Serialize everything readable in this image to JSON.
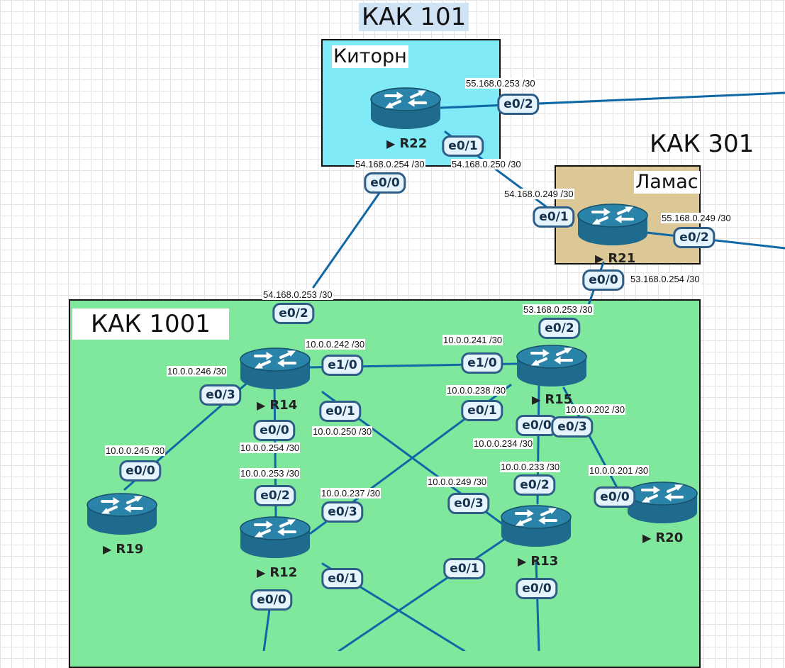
{
  "zones": {
    "kak101": {
      "label": "КАК 101",
      "site": "Киторн",
      "color": "#80eaf7"
    },
    "kak301": {
      "label": "КАК 301",
      "site": "Ламас",
      "color": "#dcc797"
    },
    "kak1001": {
      "label": "КАК 1001",
      "color": "#80e89d"
    }
  },
  "routers": {
    "r22": "R22",
    "r21": "R21",
    "r14": "R14",
    "r15": "R15",
    "r19": "R19",
    "r12": "R12",
    "r13": "R13",
    "r20": "R20"
  },
  "ports": {
    "r22_e02": "e0/2",
    "r22_e01": "e0/1",
    "r22_e00": "e0/0",
    "r21_e01": "e0/1",
    "r21_e02": "e0/2",
    "r21_e00": "e0/0",
    "r14_e02": "e0/2",
    "r14_e10": "e1/0",
    "r14_e03": "e0/3",
    "r14_e01": "e0/1",
    "r14_e00": "e0/0",
    "r15_e02": "e0/2",
    "r15_e10": "e1/0",
    "r15_e01": "e0/1",
    "r15_e00": "e0/0",
    "r15_e03": "e0/3",
    "r19_e00": "e0/0",
    "r12_e02": "e0/2",
    "r12_e03": "e0/3",
    "r12_e01": "e0/1",
    "r12_e00": "e0/0",
    "r13_e03": "e0/3",
    "r13_e02": "e0/2",
    "r13_e01": "e0/1",
    "r13_e00": "e0/0",
    "r20_e00": "e0/0"
  },
  "ips": {
    "r22_e02": "55.168.0.253 /30",
    "r22_e00": "54.168.0.254 /30",
    "r22_e01": "54.168.0.250 /30",
    "r21_e01": "54.168.0.249 /30",
    "r21_e02": "55.168.0.249 /30",
    "r21_e00": "53.168.0.254 /30",
    "r14_e02": "54.168.0.253 /30",
    "r15_e02": "53.168.0.253 /30",
    "r14_e10": "10.0.0.242 /30",
    "r15_e10": "10.0.0.241 /30",
    "r14_e03": "10.0.0.246 /30",
    "r15_e01": "10.0.0.238 /30",
    "r15_e03": "10.0.0.202 /30",
    "r19_e00": "10.0.0.245 /30",
    "r14_e01": "10.0.0.250 /30",
    "r15_e00": "10.0.0.234 /30",
    "r14_e00": "10.0.0.254 /30",
    "r13_e02": "10.0.0.233 /30",
    "r20_e00": "10.0.0.201 /30",
    "r12_e02": "10.0.0.253 /30",
    "r12_e03": "10.0.0.237 /30",
    "r13_e03": "10.0.0.249 /30"
  },
  "colors": {
    "link": "#0e68a6",
    "router_body": "#1f6b8e",
    "router_top": "#2a83a8",
    "port_border": "#2e5d88",
    "port_fill": "#e4f3fc"
  }
}
